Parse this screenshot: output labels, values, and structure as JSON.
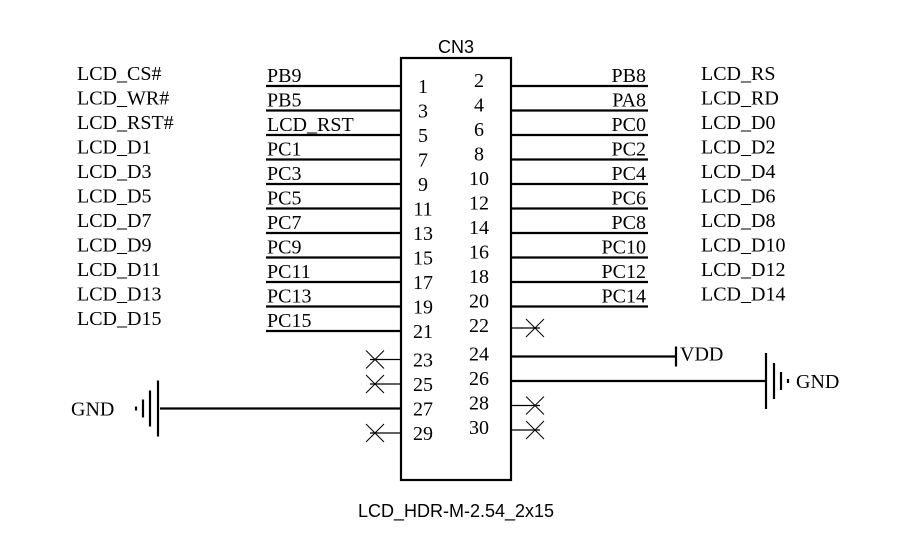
{
  "connector": {
    "ref": "CN3",
    "part": "LCD_HDR-M-2.54_2x15"
  },
  "left_rows": [
    {
      "pin": "1",
      "label": "LCD_CS#",
      "net": "PB9"
    },
    {
      "pin": "3",
      "label": "LCD_WR#",
      "net": "PB5"
    },
    {
      "pin": "5",
      "label": "LCD_RST#",
      "net": "LCD_RST"
    },
    {
      "pin": "7",
      "label": "LCD_D1",
      "net": "PC1"
    },
    {
      "pin": "9",
      "label": "LCD_D3",
      "net": "PC3"
    },
    {
      "pin": "11",
      "label": "LCD_D5",
      "net": "PC5"
    },
    {
      "pin": "13",
      "label": "LCD_D7",
      "net": "PC7"
    },
    {
      "pin": "15",
      "label": "LCD_D9",
      "net": "PC9"
    },
    {
      "pin": "17",
      "label": "LCD_D11",
      "net": "PC11"
    },
    {
      "pin": "19",
      "label": "LCD_D13",
      "net": "PC13"
    },
    {
      "pin": "21",
      "label": "LCD_D15",
      "net": "PC15"
    },
    {
      "pin": "23",
      "label": "",
      "net": ""
    },
    {
      "pin": "25",
      "label": "",
      "net": ""
    },
    {
      "pin": "27",
      "label": "GND",
      "net": ""
    },
    {
      "pin": "29",
      "label": "",
      "net": ""
    }
  ],
  "right_rows": [
    {
      "pin": "2",
      "label": "LCD_RS",
      "net": "PB8"
    },
    {
      "pin": "4",
      "label": "LCD_RD",
      "net": "PA8"
    },
    {
      "pin": "6",
      "label": "LCD_D0",
      "net": "PC0"
    },
    {
      "pin": "8",
      "label": "LCD_D2",
      "net": "PC2"
    },
    {
      "pin": "10",
      "label": "LCD_D4",
      "net": "PC4"
    },
    {
      "pin": "12",
      "label": "LCD_D6",
      "net": "PC6"
    },
    {
      "pin": "14",
      "label": "LCD_D8",
      "net": "PC8"
    },
    {
      "pin": "16",
      "label": "LCD_D10",
      "net": "PC10"
    },
    {
      "pin": "18",
      "label": "LCD_D12",
      "net": "PC12"
    },
    {
      "pin": "20",
      "label": "LCD_D14",
      "net": "PC14"
    },
    {
      "pin": "22",
      "label": "",
      "net": ""
    },
    {
      "pin": "24",
      "label": "VDD",
      "net": ""
    },
    {
      "pin": "26",
      "label": "GND",
      "net": ""
    },
    {
      "pin": "28",
      "label": "",
      "net": ""
    },
    {
      "pin": "30",
      "label": "",
      "net": ""
    }
  ],
  "no_connect": [
    "22",
    "23",
    "25",
    "28",
    "29",
    "30"
  ]
}
